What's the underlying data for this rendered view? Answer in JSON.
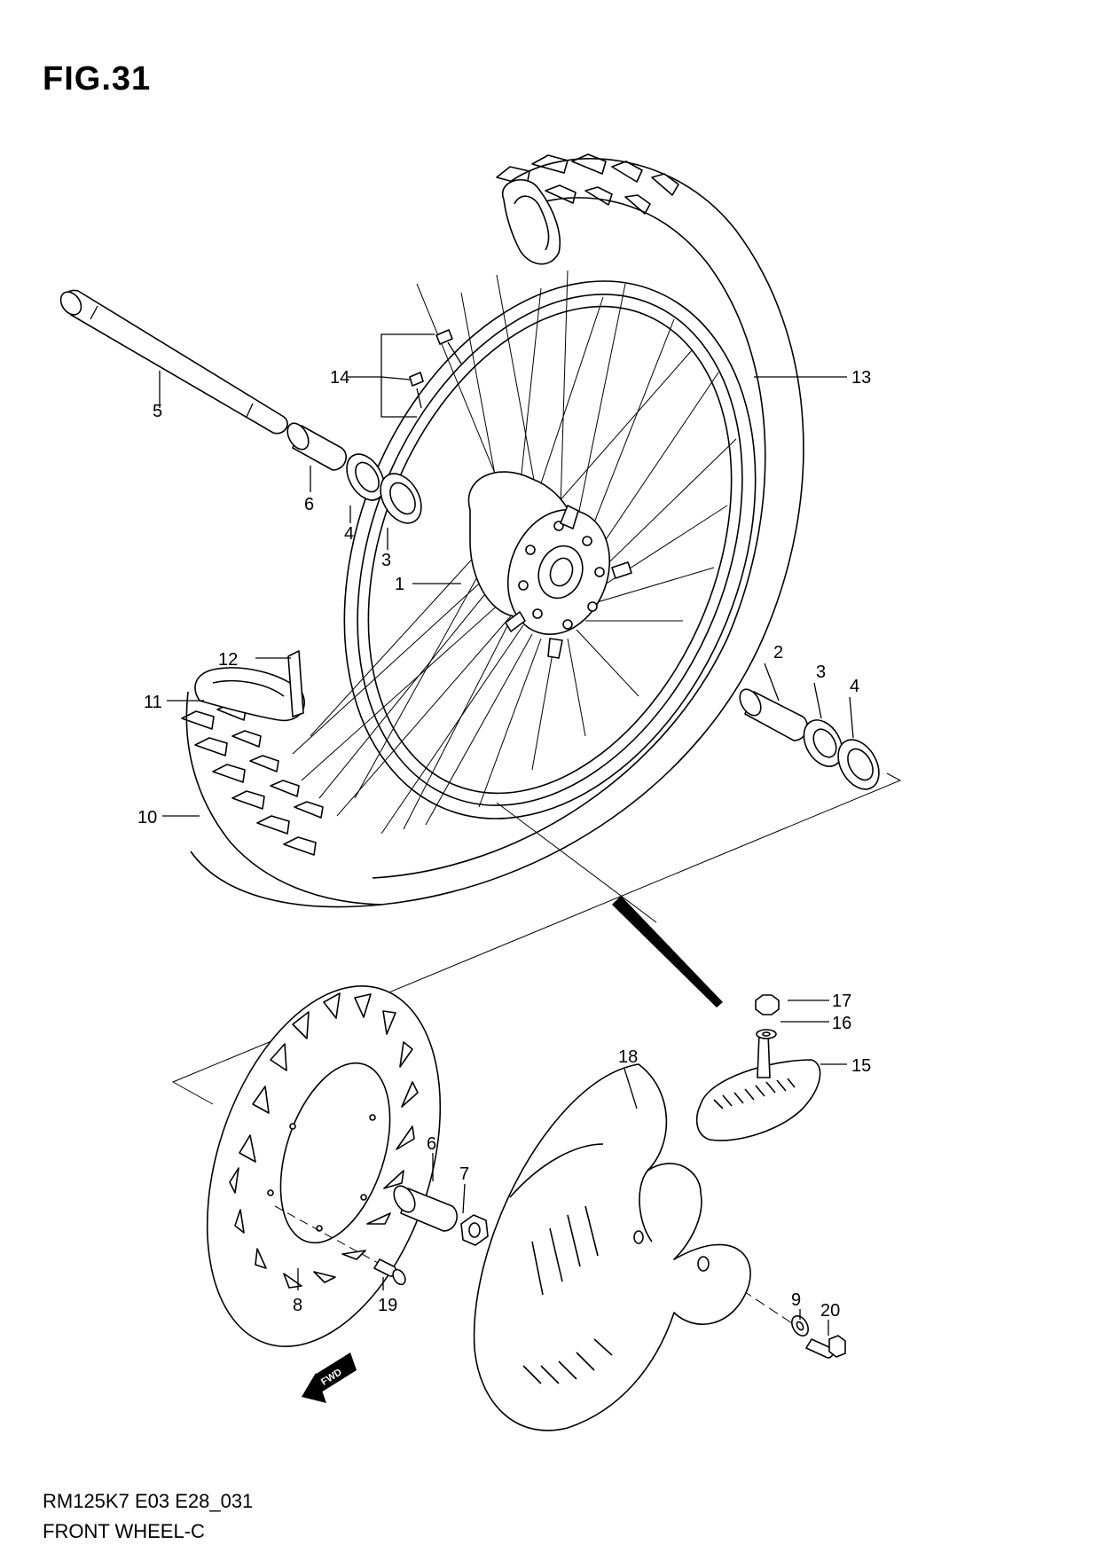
{
  "figure": {
    "title": "FIG.31"
  },
  "footer": {
    "code": "RM125K7 E03 E28_031",
    "name": "FRONT WHEEL-C"
  },
  "fwd_badge": "FWD",
  "callouts": [
    {
      "id": "c1",
      "text": "1"
    },
    {
      "id": "c2",
      "text": "2"
    },
    {
      "id": "c3a",
      "text": "3"
    },
    {
      "id": "c3b",
      "text": "3"
    },
    {
      "id": "c4a",
      "text": "4"
    },
    {
      "id": "c4b",
      "text": "4"
    },
    {
      "id": "c5",
      "text": "5"
    },
    {
      "id": "c6a",
      "text": "6"
    },
    {
      "id": "c6b",
      "text": "6"
    },
    {
      "id": "c7",
      "text": "7"
    },
    {
      "id": "c8",
      "text": "8"
    },
    {
      "id": "c9",
      "text": "9"
    },
    {
      "id": "c10",
      "text": "10"
    },
    {
      "id": "c11",
      "text": "11"
    },
    {
      "id": "c12",
      "text": "12"
    },
    {
      "id": "c13",
      "text": "13"
    },
    {
      "id": "c14",
      "text": "14"
    },
    {
      "id": "c15",
      "text": "15"
    },
    {
      "id": "c16",
      "text": "16"
    },
    {
      "id": "c17",
      "text": "17"
    },
    {
      "id": "c18",
      "text": "18"
    },
    {
      "id": "c19",
      "text": "19"
    },
    {
      "id": "c20",
      "text": "20"
    }
  ]
}
